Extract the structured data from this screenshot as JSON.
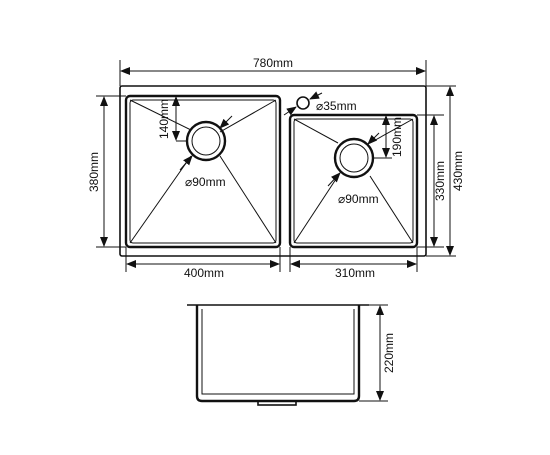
{
  "labels": {
    "overall_width": "780mm",
    "left_bowl_width": "400mm",
    "right_bowl_width": "310mm",
    "left_bowl_height": "380mm",
    "right_bowl_height": "330mm",
    "overall_depth": "430mm",
    "left_drain_offset": "140mm",
    "right_drain_offset": "190mm",
    "faucet_hole": "⌀35mm",
    "left_drain_diameter": "⌀90mm",
    "right_drain_diameter": "⌀90mm",
    "bowl_depth": "220mm"
  },
  "colors": {
    "stroke": "#111111",
    "background": "#ffffff"
  }
}
